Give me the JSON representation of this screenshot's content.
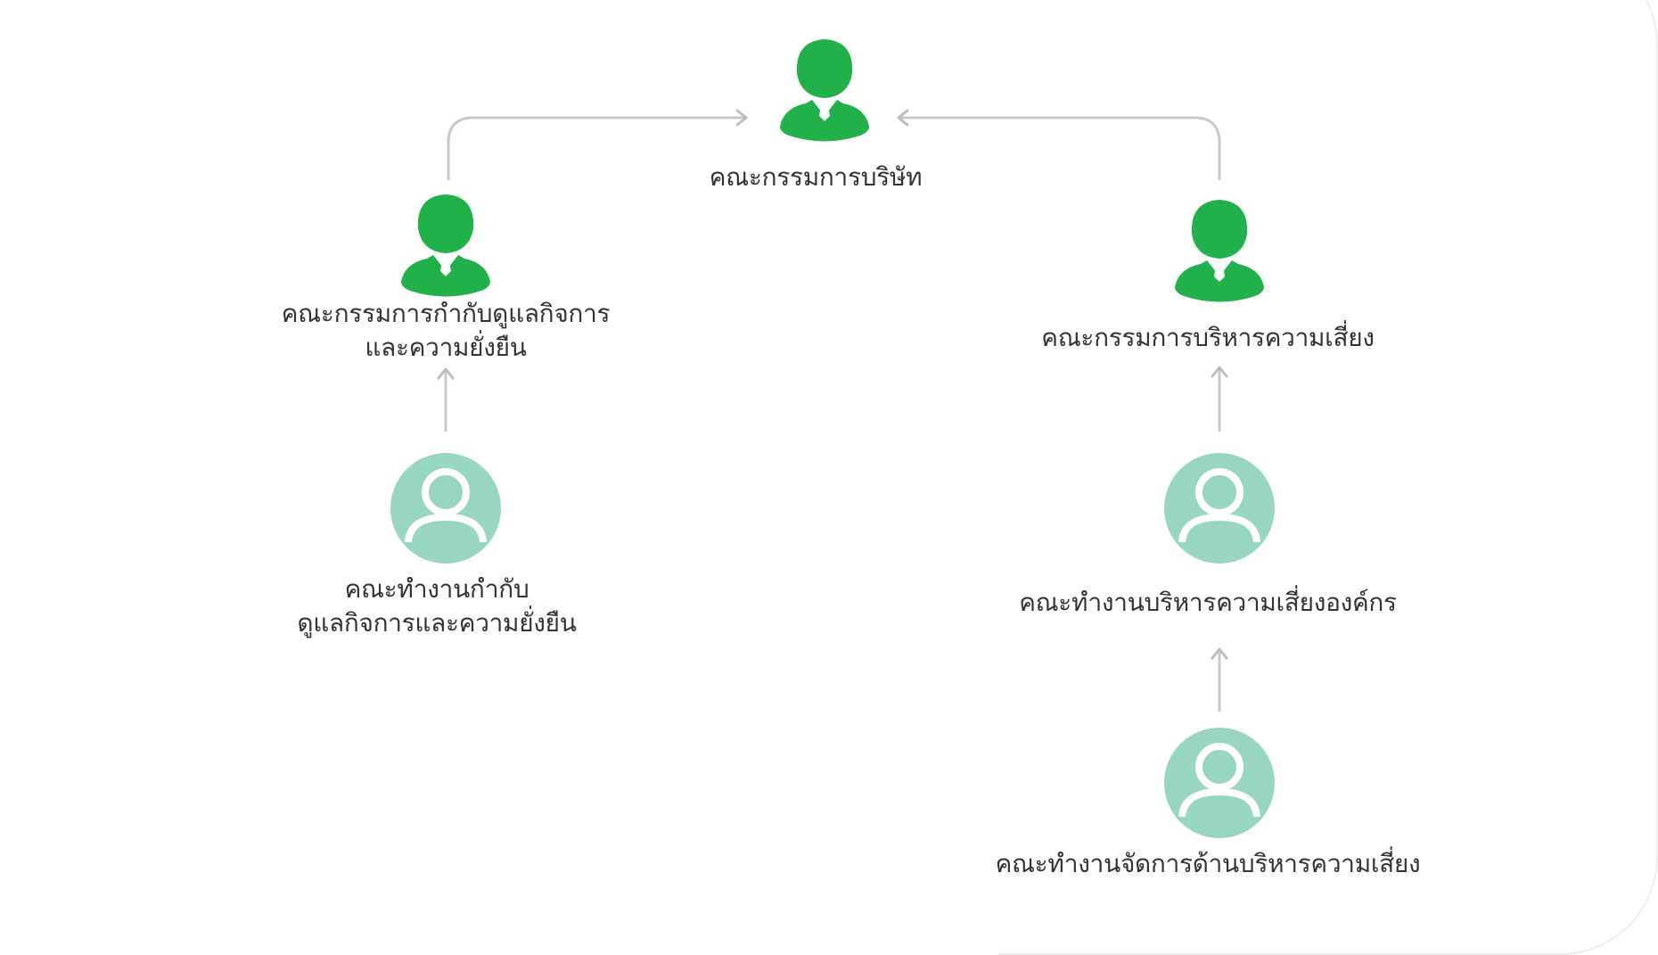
{
  "colors": {
    "executive_icon": "#22b04b",
    "staff_circle": "#98d5c2",
    "staff_figure": "#ffffff",
    "connector": "#c9c9c9",
    "label_text": "#333333"
  },
  "nodes": {
    "board": {
      "icon": "businessman-icon",
      "label": "คณะกรรมการบริษัท"
    },
    "governance_committee": {
      "icon": "businessman-icon",
      "label_line1": "คณะกรรมการกำกับดูแลกิจการ",
      "label_line2": "และความยั่งยืน"
    },
    "risk_committee": {
      "icon": "businessman-icon",
      "label": "คณะกรรมการบริหารความเสี่ยง"
    },
    "governance_working_group": {
      "icon": "user-circle-icon",
      "label_line1": "คณะทำงานกำกับ",
      "label_line2": "ดูแลกิจการและความยั่งยืน"
    },
    "enterprise_risk_working_group": {
      "icon": "user-circle-icon",
      "label": "คณะทำงานบริหารความเสี่ยงองค์กร"
    },
    "risk_management_working_group": {
      "icon": "user-circle-icon",
      "label": "คณะทำงานจัดการด้านบริหารความเสี่ยง"
    }
  },
  "edges": [
    {
      "from": "governance_committee",
      "to": "board"
    },
    {
      "from": "risk_committee",
      "to": "board"
    },
    {
      "from": "governance_working_group",
      "to": "governance_committee"
    },
    {
      "from": "enterprise_risk_working_group",
      "to": "risk_committee"
    },
    {
      "from": "risk_management_working_group",
      "to": "enterprise_risk_working_group"
    }
  ]
}
